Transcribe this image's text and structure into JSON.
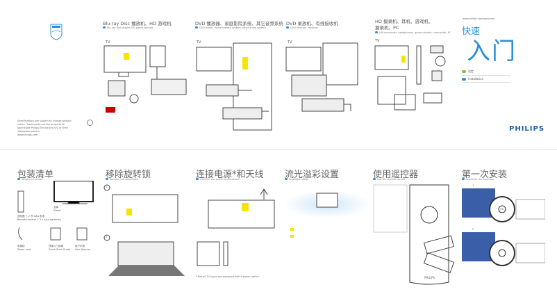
{
  "brand": "PHILIPS",
  "back_cover": {
    "legal": "Specifications are subject to change without notice. Trademarks are the property of Koninklijke Philips Electronics N.V. or their respective owners.",
    "website": "www.philips.com"
  },
  "connections": [
    {
      "title": "Blu-ray Disc 播放机、HD 游戏机",
      "subtitle": "Blu-ray Disc player, HD game console",
      "tv": "TV"
    },
    {
      "title": "DVD 播放器、家庭影院系统、其它音频系统",
      "subtitle": "DVD player, home theatre system, other audio system",
      "tv": "TV"
    },
    {
      "title": "DVD 录放机、有线接收机",
      "subtitle": "DVD recorder, receiver",
      "tv": "TV"
    },
    {
      "title_line1": "HD 摄录机、耳机、游戏机、",
      "title_line2": "摄录机、PC",
      "subtitle": "HD camcorder, headphones, game console, camcorder, PC",
      "tv": "TV"
    }
  ],
  "cover": {
    "website": "www.philips.com/welcome",
    "quick": "快速",
    "main": "入门",
    "items": [
      {
        "label": "设定",
        "color": "#7dc242"
      },
      {
        "label": "Installation",
        "color": "#2a8fd6"
      }
    ]
  },
  "steps": [
    {
      "title": "包装清单",
      "subtitle": "What's in the box",
      "items": [
        {
          "zh": "遥控器 + 2 节 AAA 电池",
          "en": "Remote control + 2 x AAA batteries"
        },
        {
          "zh": "支架",
          "en": "Stand"
        },
        {
          "zh": "电源线",
          "en": "Power cord"
        },
        {
          "zh": "快速入门指南",
          "en": "Quick Start Guide"
        },
        {
          "zh": "用户手册",
          "en": "User Manual"
        }
      ]
    },
    {
      "title": "移除旋转锁",
      "subtitle": "Remove the swivel lock",
      "step1": "1",
      "step2": "2"
    },
    {
      "title": "连接电源*和天线",
      "subtitle": "Connect the power and antenna",
      "note": "* Not all TV types are equipped with a power switch."
    },
    {
      "title": "流光溢彩设置",
      "subtitle": "Ambilight setup"
    },
    {
      "title": "使用遥控器",
      "subtitle": "Use the remote control",
      "logo": "PHILIPS"
    },
    {
      "title": "第一次安装",
      "subtitle": "Install for the first time",
      "step1": "1",
      "step2": "2",
      "ok": "OK"
    }
  ],
  "colors": {
    "accent": "#2a8fd6",
    "green": "#7dc242",
    "highlight": "#f5e500",
    "menu": "#3a5fa8"
  }
}
